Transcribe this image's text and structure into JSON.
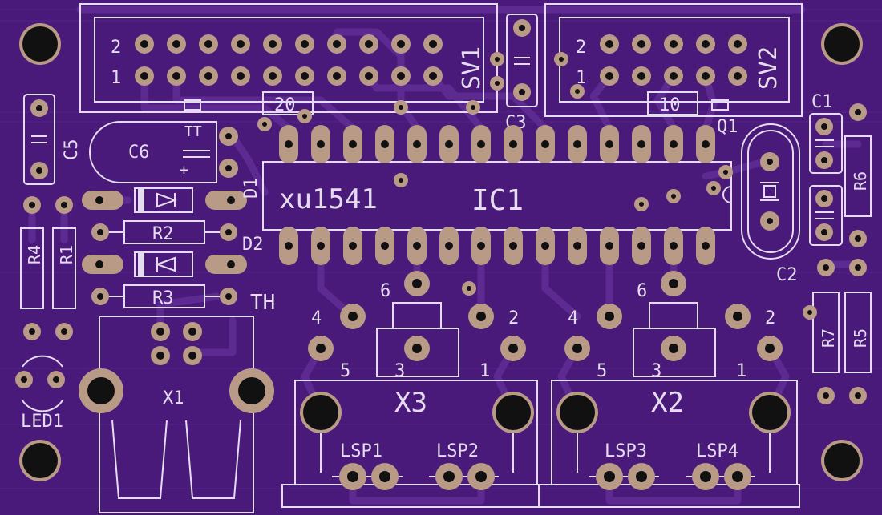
{
  "colors": {
    "board": "#4a1a7a",
    "copper_trace": "#5c2a90",
    "silkscreen": "#e6dcf0",
    "pad": "#b89a86",
    "drill": "#111111"
  },
  "labels": {
    "sv1_name": "SV1",
    "sv1_pin2": "2",
    "sv1_pin1": "1",
    "sv1_count": "20",
    "sv2_name": "SV2",
    "sv2_pin2": "2",
    "sv2_pin1": "1",
    "sv2_count": "10",
    "c1": "C1",
    "c2": "C2",
    "c3": "C3",
    "c5": "C5",
    "c6": "C6",
    "c6_mark": "TT",
    "c6_plus": "+",
    "q1": "Q1",
    "d1": "D1",
    "d2": "D2",
    "r1": "R1",
    "r2": "R2",
    "r3": "R3",
    "r4": "R4",
    "r5": "R5",
    "r6": "R6",
    "r7": "R7",
    "th": "TH",
    "ic_value": "xu1541",
    "ic_name": "IC1",
    "x1": "X1",
    "x2": "X2",
    "x3": "X3",
    "led1": "LED1",
    "lsp1": "LSP1",
    "lsp2": "LSP2",
    "lsp3": "LSP3",
    "lsp4": "LSP4",
    "din_left_6": "6",
    "din_left_4": "4",
    "din_left_2": "2",
    "din_left_5": "5",
    "din_left_3": "3",
    "din_left_1": "1",
    "din_right_6": "6",
    "din_right_4": "4",
    "din_right_2": "2",
    "din_right_5": "5",
    "din_right_3": "3",
    "din_right_1": "1"
  }
}
